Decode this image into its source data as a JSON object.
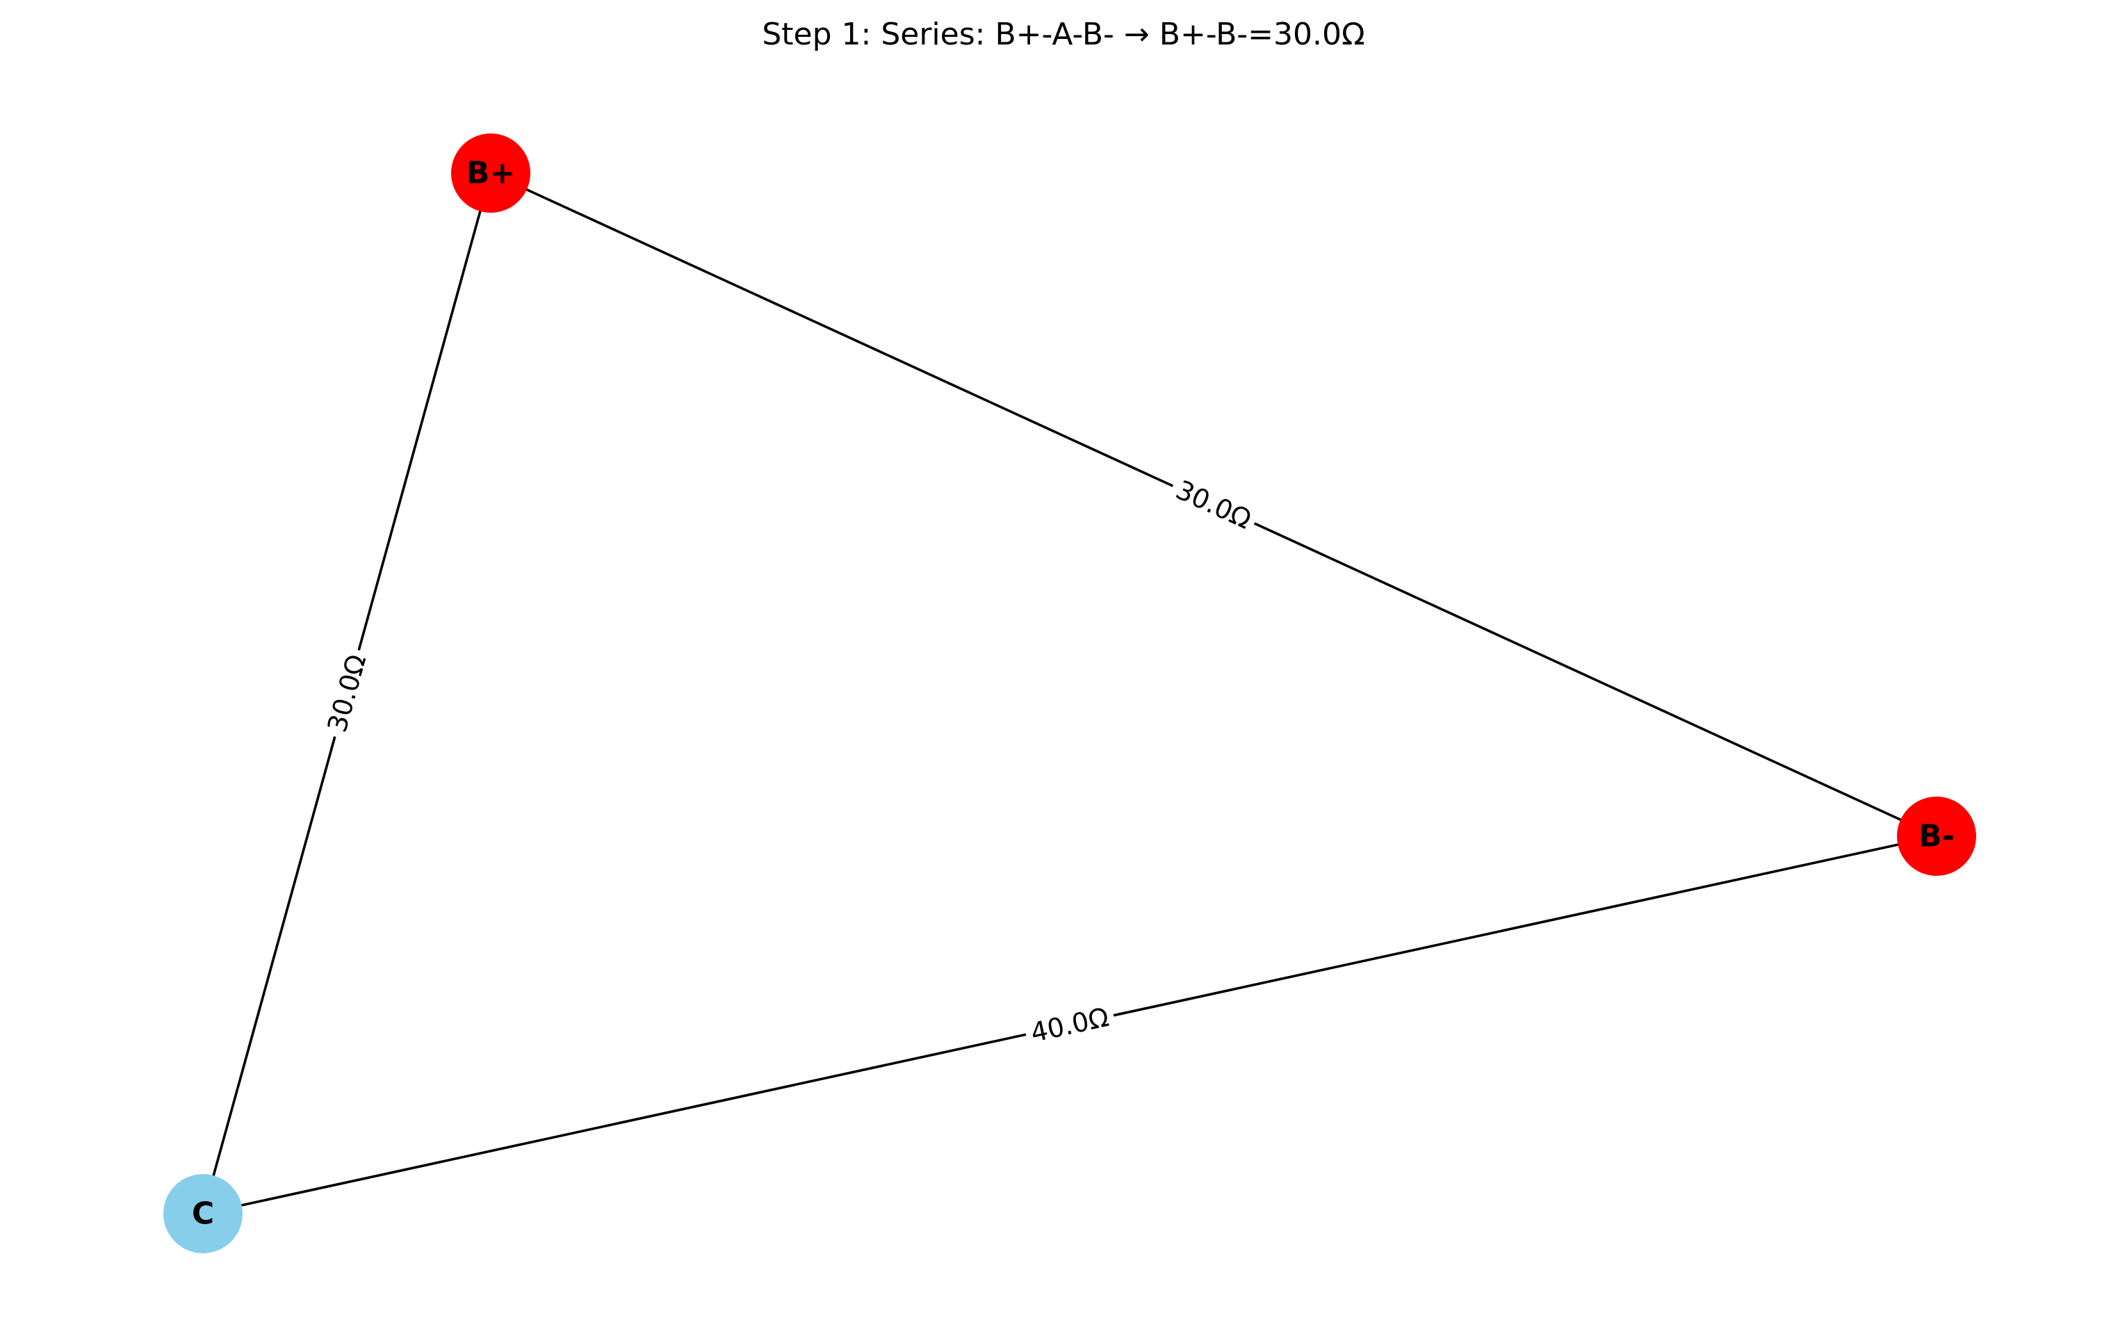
{
  "title": "Step 1: Series: B+-A-B- → B+-B-=30.0Ω",
  "colors": {
    "terminal": "#ff0000",
    "internal": "#87ceeb",
    "edge": "#000000",
    "background": "#ffffff"
  },
  "nodes": [
    {
      "id": "B+",
      "label": "B+",
      "role": "terminal"
    },
    {
      "id": "B-",
      "label": "B-",
      "role": "terminal"
    },
    {
      "id": "C",
      "label": "C",
      "role": "internal"
    }
  ],
  "edges": [
    {
      "from": "B+",
      "to": "B-",
      "label": "30.0Ω"
    },
    {
      "from": "B+",
      "to": "C",
      "label": "30.0Ω"
    },
    {
      "from": "C",
      "to": "B-",
      "label": "40.0Ω"
    }
  ]
}
